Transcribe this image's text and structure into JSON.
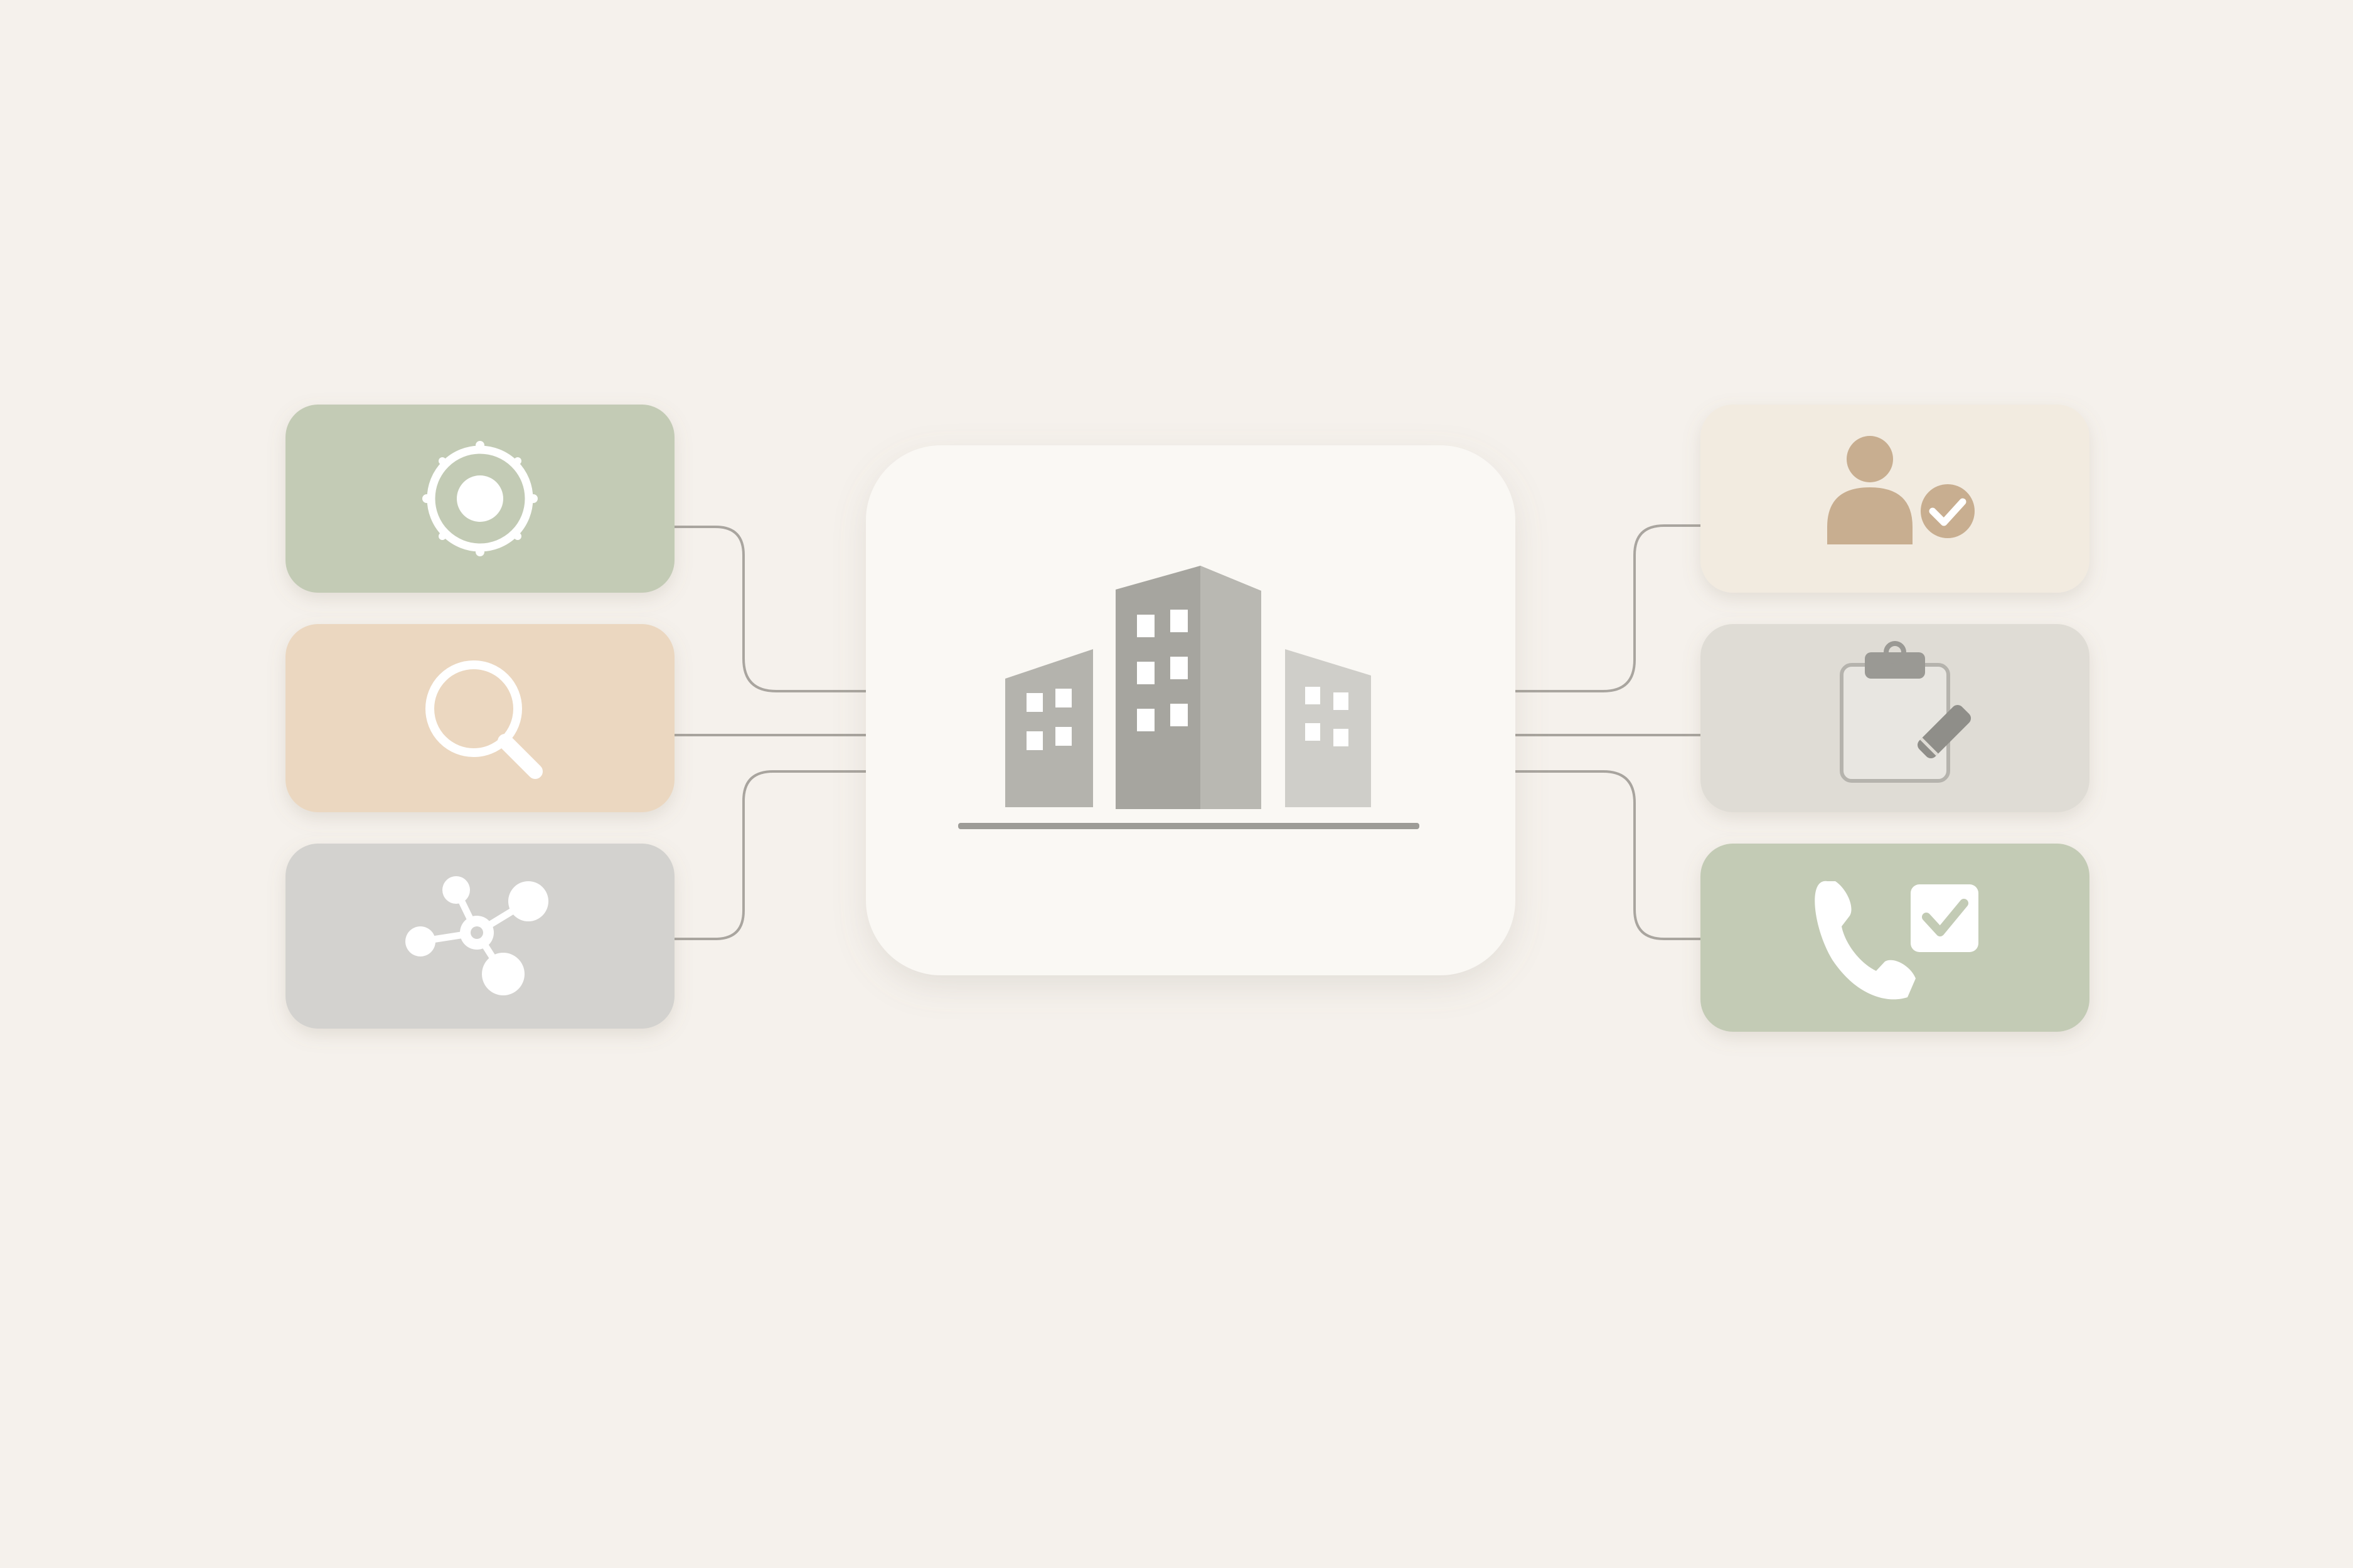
{
  "colors": {
    "background": "#f5f1ec",
    "connector": "#8f8b85",
    "center_card": "#faf8f4",
    "sage": "#c3cbb5",
    "peach": "#ebd7c0",
    "grey": "#d3d2cf",
    "cream": "#f2ebe0",
    "stone": "#dfdcd5",
    "building_dark": "#b4b3ad",
    "building_mid": "#a6a59f",
    "building_light": "#cfcec9",
    "icon_white": "#ffffff",
    "person_tan": "#c8ae90"
  },
  "center": {
    "icon": "office-buildings-icon"
  },
  "left_cards": [
    {
      "id": "target",
      "icon": "target-icon",
      "color": "sage"
    },
    {
      "id": "search",
      "icon": "search-icon",
      "color": "peach"
    },
    {
      "id": "network",
      "icon": "network-nodes-icon",
      "color": "grey"
    }
  ],
  "right_cards": [
    {
      "id": "verified-user",
      "icon": "verified-user-icon",
      "color": "cream"
    },
    {
      "id": "clipboard",
      "icon": "clipboard-edit-icon",
      "color": "stone"
    },
    {
      "id": "phone-check",
      "icon": "phone-check-icon",
      "color": "sage"
    }
  ]
}
